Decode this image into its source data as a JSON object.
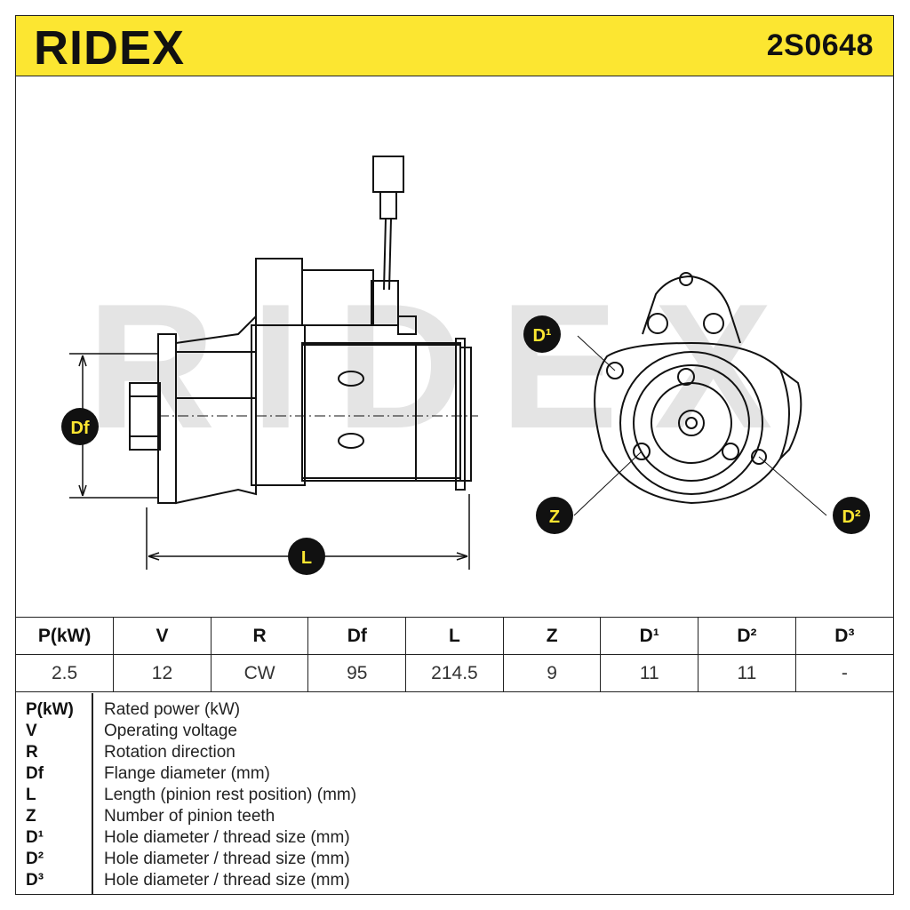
{
  "header": {
    "brand": "RIDEX",
    "part_number": "2S0648",
    "accent_color": "#fce631"
  },
  "drawing": {
    "watermark": "RIDEX",
    "callouts": {
      "df": "Df",
      "l": "L",
      "d1": "D¹",
      "z": "Z",
      "d2": "D²"
    }
  },
  "spec_table": {
    "headers": [
      "P(kW)",
      "V",
      "R",
      "Df",
      "L",
      "Z",
      "D¹",
      "D²",
      "D³"
    ],
    "values": [
      "2.5",
      "12",
      "CW",
      "95",
      "214.5",
      "9",
      "11",
      "11",
      "-"
    ]
  },
  "legend": [
    {
      "abbr": "P(kW)",
      "desc": "Rated power (kW)"
    },
    {
      "abbr": "V",
      "desc": "Operating voltage"
    },
    {
      "abbr": "R",
      "desc": "Rotation direction"
    },
    {
      "abbr": "Df",
      "desc": "Flange diameter (mm)"
    },
    {
      "abbr": "L",
      "desc": "Length (pinion rest position) (mm)"
    },
    {
      "abbr": "Z",
      "desc": "Number of pinion teeth"
    },
    {
      "abbr": "D¹",
      "desc": "Hole diameter / thread size (mm)"
    },
    {
      "abbr": "D²",
      "desc": "Hole diameter / thread size (mm)"
    },
    {
      "abbr": "D³",
      "desc": "Hole diameter / thread size (mm)"
    }
  ]
}
